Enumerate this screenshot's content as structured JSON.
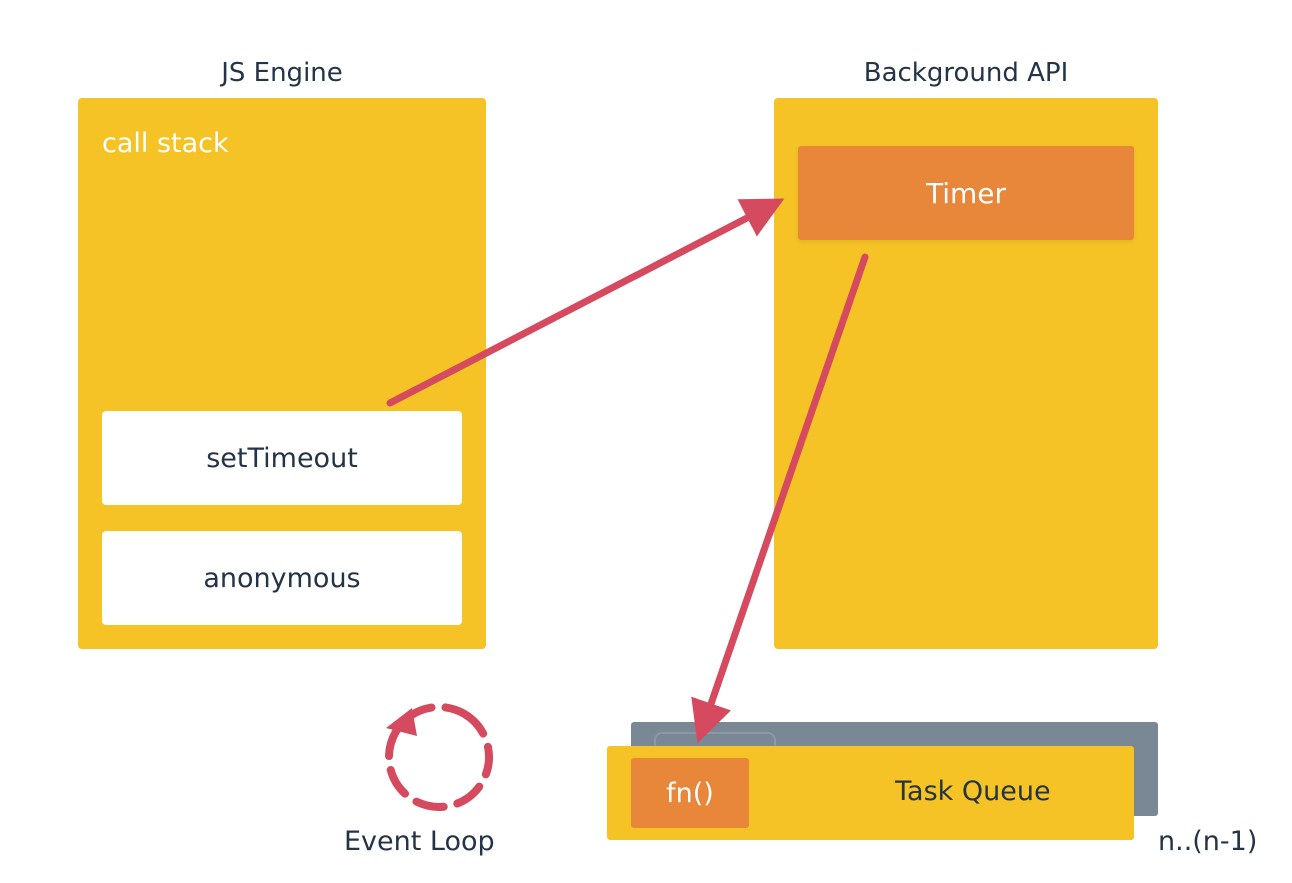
{
  "engine": {
    "title": "JS Engine",
    "callstack_label": "call stack",
    "frames": [
      "setTimeout",
      "anonymous"
    ]
  },
  "background_api": {
    "title": "Background API",
    "timer_label": "Timer"
  },
  "task_queue": {
    "label": "Task Queue",
    "item_label": "fn()",
    "index_label": "n..(n-1)"
  },
  "event_loop": {
    "label": "Event Loop"
  },
  "colors": {
    "panel": "#f5c325",
    "timer": "#e8873a",
    "arrow": "#d64a5f",
    "queue_back": "#7a8795",
    "frame": "#ffffff",
    "text": "#243447"
  }
}
